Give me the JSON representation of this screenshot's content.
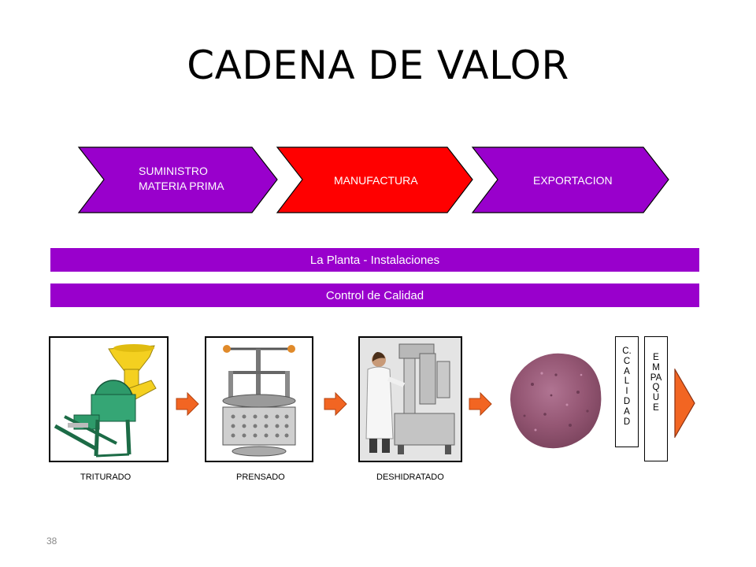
{
  "title": "CADENA DE VALOR",
  "chain": [
    {
      "line1": "SUMINISTRO",
      "line2": "MATERIA PRIMA",
      "color": "#9900cc"
    },
    {
      "line1": "MANUFACTURA",
      "color": "#ff0000"
    },
    {
      "line1": "EXPORTACION",
      "color": "#9900cc"
    }
  ],
  "bands": {
    "plant": "La Planta - Instalaciones",
    "quality": "Control de Calidad"
  },
  "steps": [
    {
      "label": "TRITURADO"
    },
    {
      "label": "PRENSADO"
    },
    {
      "label": "DESHIDRATADO"
    }
  ],
  "vertical_boxes": {
    "calidad": [
      "C.",
      "C",
      "A",
      "L",
      "I",
      "D",
      "A",
      "D"
    ],
    "empaque": [
      "E",
      "M",
      "PA",
      "Q",
      "U",
      "E"
    ]
  },
  "colors": {
    "purple": "#9900cc",
    "red": "#ff0000",
    "orange_arrow": "#f26522",
    "powder": "#9c5a7e"
  },
  "icons": [
    "grinder-machine",
    "press-machine",
    "dehydrator-machine",
    "powder-pile",
    "orange-arrow"
  ],
  "page_number": "38"
}
